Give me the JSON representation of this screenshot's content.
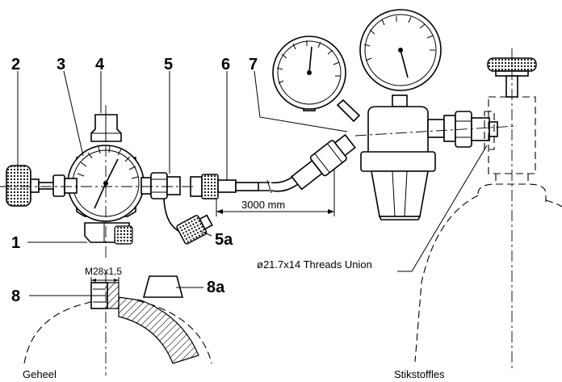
{
  "callouts": {
    "n1": "1",
    "n2": "2",
    "n3": "3",
    "n4": "4",
    "n5": "5",
    "n5a": "5a",
    "n6": "6",
    "n7": "7",
    "n8": "8",
    "n8a": "8a"
  },
  "dimensions": {
    "hose_length": "3000 mm",
    "thread": "M28x1,5",
    "union": "ø21.7x14 Threads Union"
  },
  "captions": {
    "left": "Geheel",
    "right": "Stikstoffles"
  }
}
